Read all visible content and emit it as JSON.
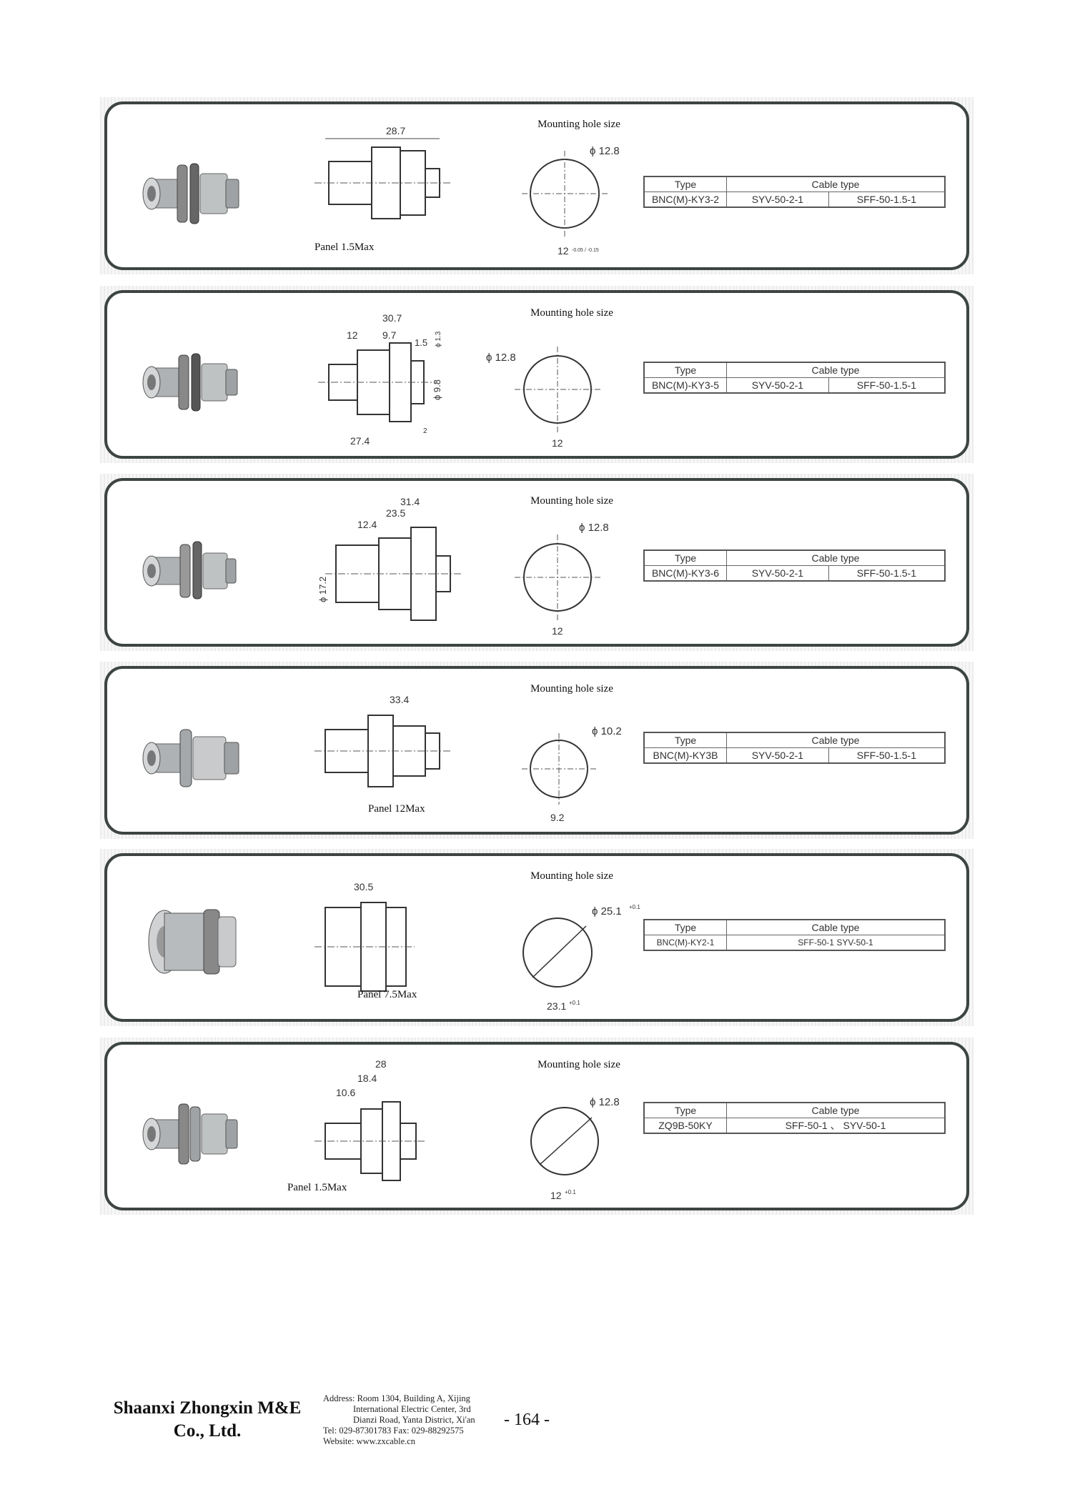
{
  "mounting_title": "Mounting hole size",
  "type_header": "Type",
  "cable_header": "Cable type",
  "products": [
    {
      "type": "BNC(M)-KY3-2",
      "cable_a": "SYV-50-2-1",
      "cable_b": "SFF-50-1.5-1",
      "panel": "Panel 1.5Max",
      "dims": [
        "28.7"
      ],
      "hole_dia": "ϕ 12.8",
      "hole_flat": "12",
      "hole_tol": "-0.05 / -0.15"
    },
    {
      "type": "BNC(M)-KY3-5",
      "cable_a": "SYV-50-2-1",
      "cable_b": "SFF-50-1.5-1",
      "panel": "",
      "dims": [
        "30.7",
        "12",
        "9.7",
        "1.5",
        "27.4",
        "ϕ 9.8",
        "ϕ 1.3",
        "2"
      ],
      "hole_dia": "ϕ 12.8",
      "hole_flat": "12",
      "hole_tol": ""
    },
    {
      "type": "BNC(M)-KY3-6",
      "cable_a": "SYV-50-2-1",
      "cable_b": "SFF-50-1.5-1",
      "panel": "",
      "dims": [
        "31.4",
        "23.5",
        "12.4",
        "ϕ 17.2"
      ],
      "hole_dia": "ϕ 12.8",
      "hole_flat": "12",
      "hole_tol": ""
    },
    {
      "type": "BNC(M)-KY3B",
      "cable_a": "SYV-50-2-1",
      "cable_b": "SFF-50-1.5-1",
      "panel": "Panel 12Max",
      "dims": [
        "33.4"
      ],
      "hole_dia": "ϕ 10.2",
      "hole_flat": "9.2",
      "hole_tol": ""
    },
    {
      "type": "BNC(M)-KY2-1",
      "cable_a": "SFF-50-1",
      "cable_b": "SYV-50-1",
      "panel": "Panel 7.5Max",
      "dims": [
        "30.5"
      ],
      "hole_dia": "ϕ 25.1",
      "hole_dia_tol": "+0.1",
      "hole_flat": "23.1",
      "hole_tol": "+0.1"
    },
    {
      "type": "ZQ9B-50KY",
      "cable_a": "SFF-50-1",
      "cable_sep": "、",
      "cable_b": "SYV-50-1",
      "panel": "Panel 1.5Max",
      "dims": [
        "28",
        "18.4",
        "10.6"
      ],
      "hole_dia": "ϕ 12.8",
      "hole_flat": "12",
      "hole_tol": "+0.1"
    }
  ],
  "footer": {
    "company_line1": "Shaanxi Zhongxin M&E",
    "company_line2": "Co., Ltd.",
    "address_1": "Address: Room 1304, Building A, Xijing",
    "address_2": "International Electric Center, 3rd",
    "address_3": "Dianzi Road, Yanta District, Xi'an",
    "tel": "Tel: 029-87301783    Fax: 029-88292575",
    "website": "Website: www.zxcable.cn",
    "page": "- 164 -"
  }
}
